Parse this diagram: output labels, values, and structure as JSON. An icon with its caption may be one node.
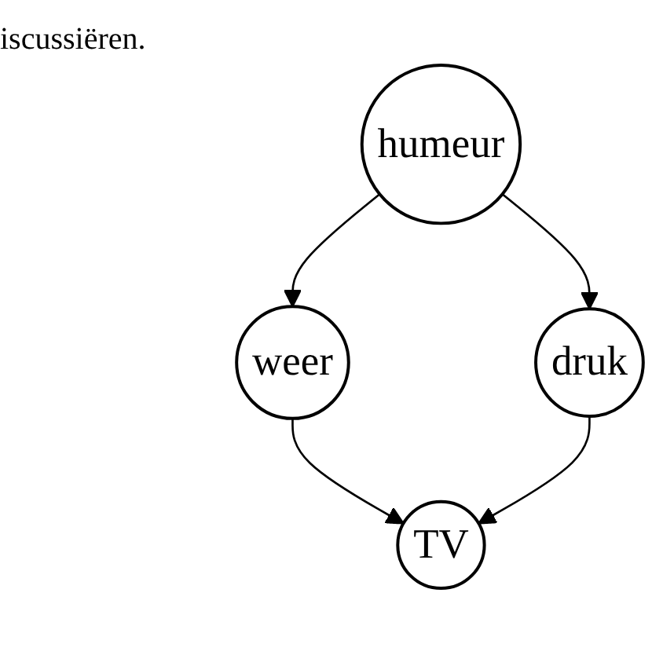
{
  "diagram": {
    "nodes": [
      {
        "text": [
          "humeur"
        ]
      },
      {
        "text": [
          "weer"
        ]
      },
      {
        "text": [
          "druk"
        ]
      },
      {
        "text": [
          "TV"
        ]
      }
    ],
    "edges": [
      {
        "from": 0,
        "to": 1,
        "arrow": "to"
      },
      {
        "from": 0,
        "to": 2,
        "arrow": "to"
      },
      {
        "from": 1,
        "to": 3,
        "arrow": "to"
      },
      {
        "from": 2,
        "to": 3,
        "arrow": "to"
      }
    ],
    "labels": [
      "iscussiëren."
    ]
  }
}
